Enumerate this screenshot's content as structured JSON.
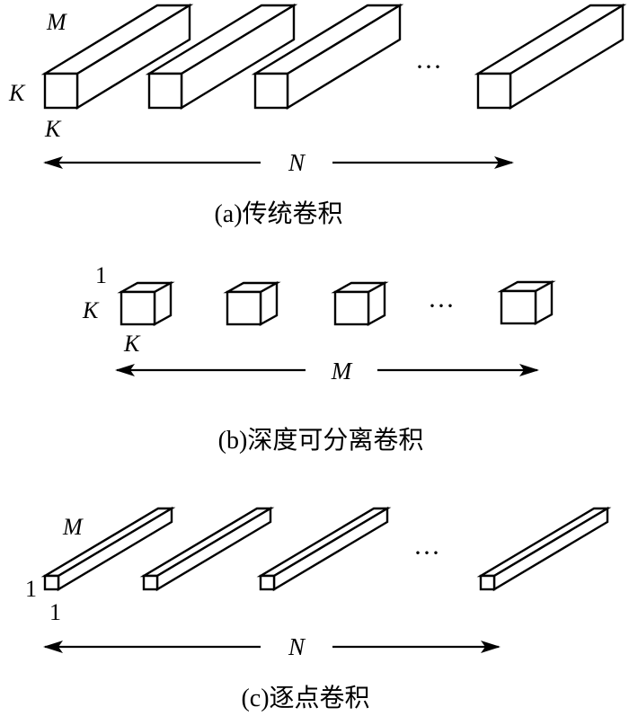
{
  "panel_a": {
    "label_depth": "M",
    "label_height": "K",
    "label_width": "K",
    "ellipsis": "···",
    "arrow_label": "N",
    "caption": "(a)传统卷积"
  },
  "panel_b": {
    "label_depth": "1",
    "label_height": "K",
    "label_width": "K",
    "ellipsis": "···",
    "arrow_label": "M",
    "caption": "(b)深度可分离卷积"
  },
  "panel_c": {
    "label_depth": "M",
    "label_height": "1",
    "label_width": "1",
    "ellipsis": "···",
    "arrow_label": "N",
    "caption": "(c)逐点卷积"
  }
}
